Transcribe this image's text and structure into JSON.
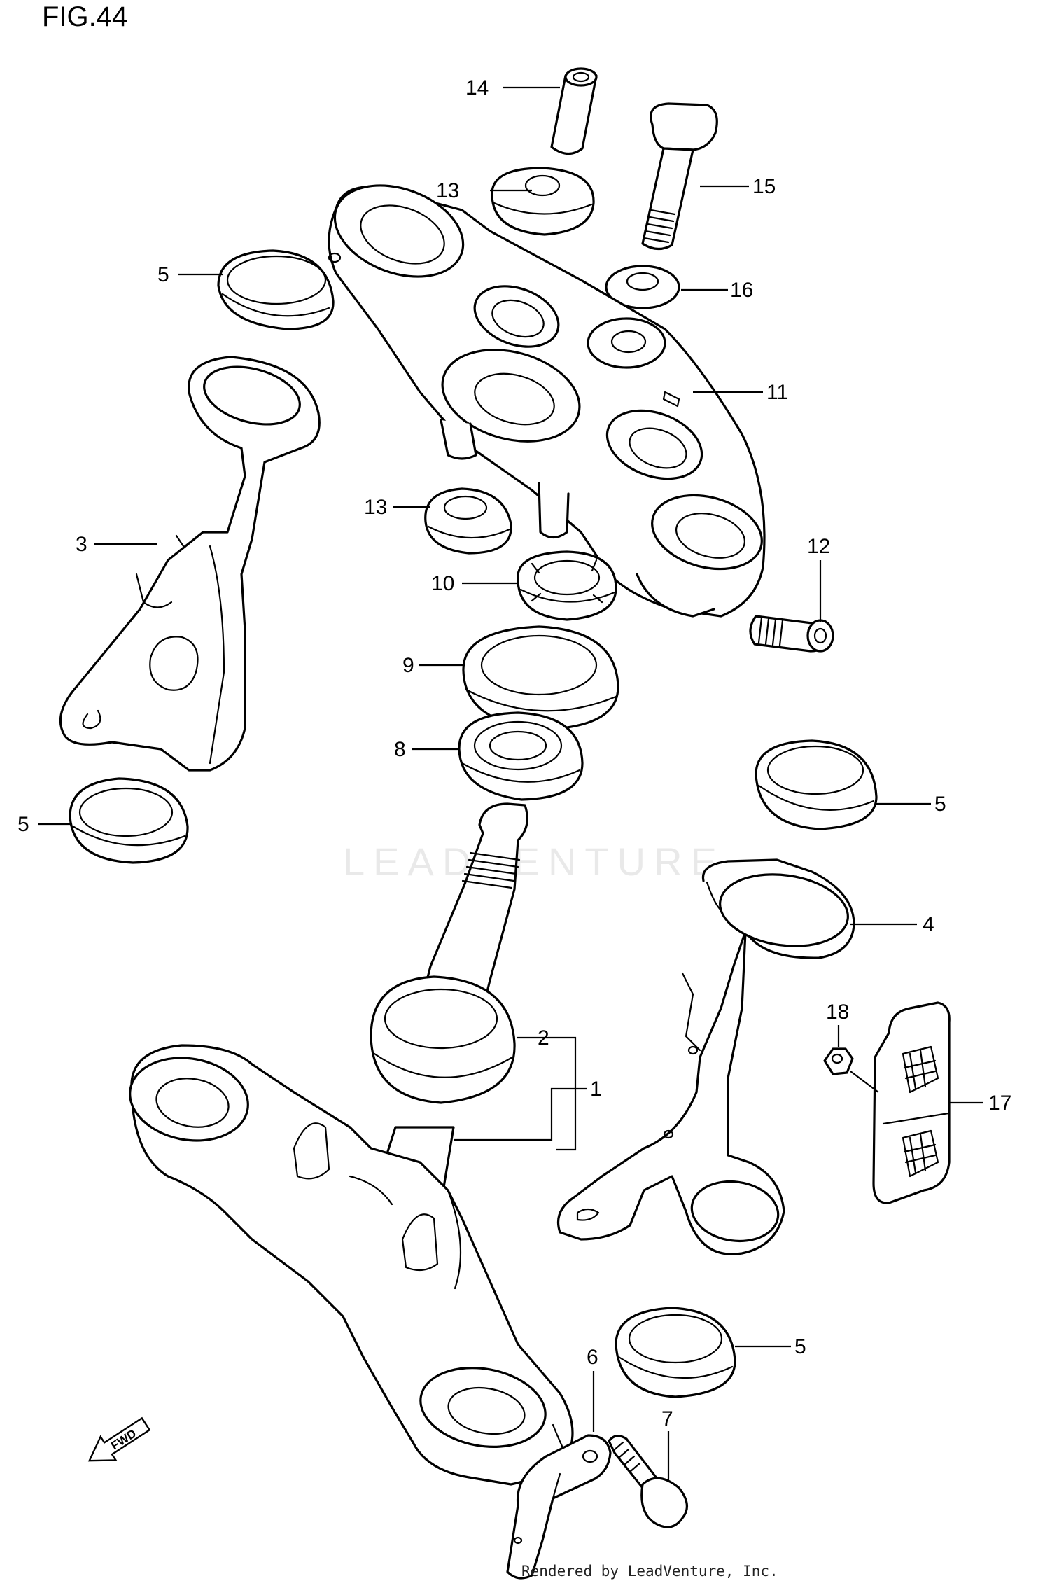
{
  "figure": {
    "title": "FIG.44",
    "watermark": "LEADVENTURE",
    "footer": "Rendered by LeadVenture, Inc.",
    "direction_label": "FWD"
  },
  "callouts": [
    {
      "id": "14",
      "label": "14"
    },
    {
      "id": "13a",
      "label": "13"
    },
    {
      "id": "15",
      "label": "15"
    },
    {
      "id": "16",
      "label": "16"
    },
    {
      "id": "5a",
      "label": "5"
    },
    {
      "id": "11",
      "label": "11"
    },
    {
      "id": "13b",
      "label": "13"
    },
    {
      "id": "3",
      "label": "3"
    },
    {
      "id": "12",
      "label": "12"
    },
    {
      "id": "10",
      "label": "10"
    },
    {
      "id": "9",
      "label": "9"
    },
    {
      "id": "8",
      "label": "8"
    },
    {
      "id": "5b",
      "label": "5"
    },
    {
      "id": "5c",
      "label": "5"
    },
    {
      "id": "4",
      "label": "4"
    },
    {
      "id": "18",
      "label": "18"
    },
    {
      "id": "2",
      "label": "2"
    },
    {
      "id": "1",
      "label": "1"
    },
    {
      "id": "17",
      "label": "17"
    },
    {
      "id": "5d",
      "label": "5"
    },
    {
      "id": "6",
      "label": "6"
    },
    {
      "id": "7",
      "label": "7"
    }
  ]
}
